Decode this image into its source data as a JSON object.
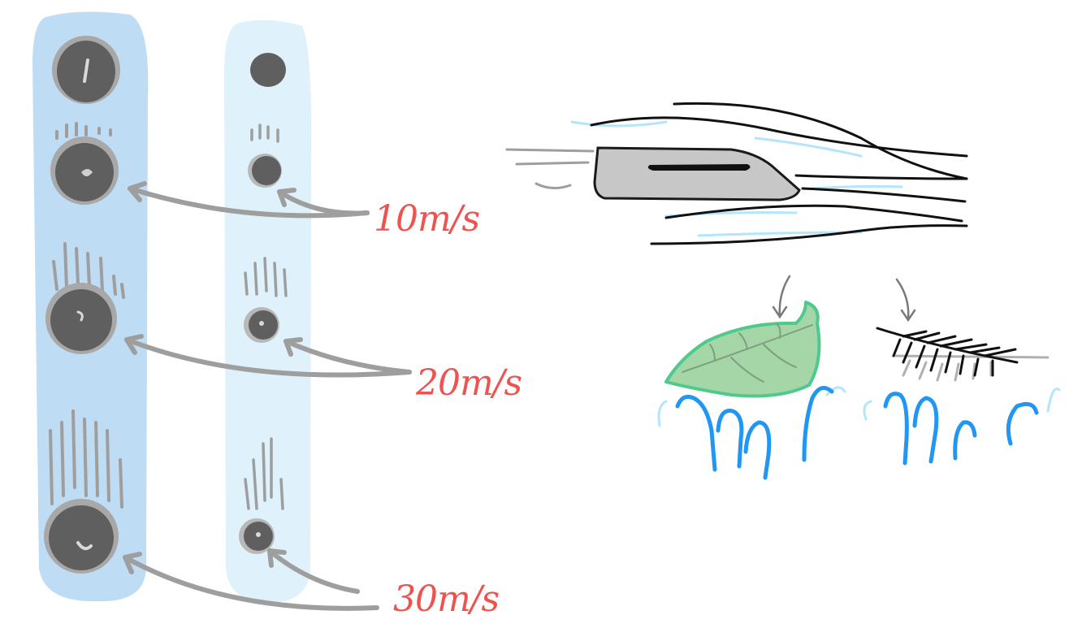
{
  "labels": {
    "speed_10": "10m/s",
    "speed_20": "20m/s",
    "speed_30": "30m/s"
  },
  "colors": {
    "label_red": "#ef5350",
    "heavy_column": "#bfdcf5",
    "light_column": "#dff2fb",
    "stone": "#5f5f5f",
    "stone_halo": "#a8a8a8",
    "arrow_gray": "#9e9e9e",
    "leaf_fill": "#a5d6a7",
    "leaf_outline": "#4fc98c",
    "wind_blue": "#2196f3",
    "wind_light": "#b3e5fc",
    "ink": "#111111"
  },
  "icons": [
    "heavy-stone-icon",
    "light-stone-icon",
    "rock-in-wind-icon",
    "leaf-icon",
    "feather-icon",
    "wind-curl-icon"
  ]
}
